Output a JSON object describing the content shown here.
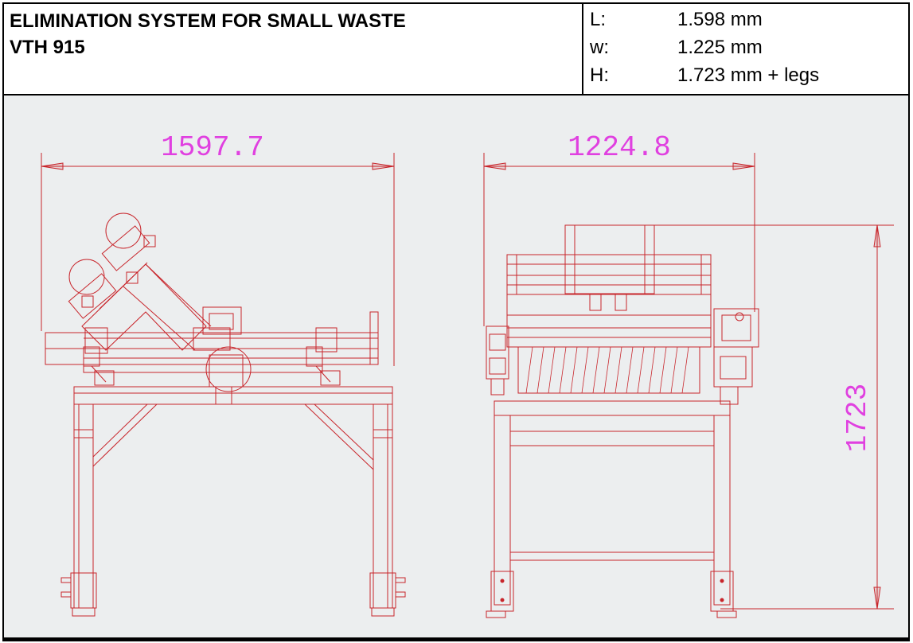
{
  "title": {
    "line1": "ELIMINATION SYSTEM FOR SMALL WASTE",
    "line2": "VTH 915"
  },
  "dimensions": [
    {
      "key": "L:",
      "value": "1.598 mm"
    },
    {
      "key": "w:",
      "value": "1.225 mm"
    },
    {
      "key": "H:",
      "value": "1.723 mm + legs"
    }
  ],
  "drawing": {
    "dim_length": "1597.7",
    "dim_width": "1224.8",
    "dim_height": "1723",
    "colors": {
      "line": "#c8252b",
      "dimension_text": "#e040e0",
      "background": "#eceeef"
    }
  }
}
